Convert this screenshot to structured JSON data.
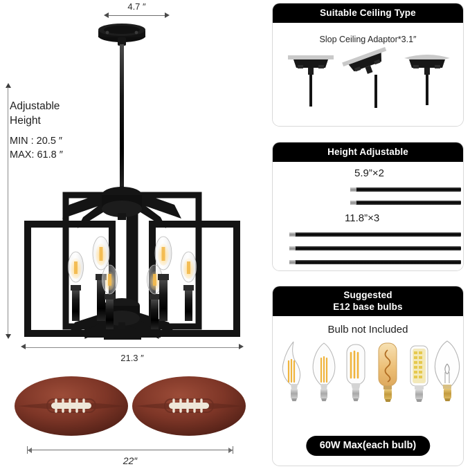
{
  "product": {
    "type": "6-light lantern chandelier",
    "finish": "matte black"
  },
  "left": {
    "canopy_width_label": "4.7 ″",
    "adjustable_height_title_line1": "Adjustable",
    "adjustable_height_title_line2": "Height",
    "min_label": "MIN : 20.5 ″",
    "max_label": "MAX: 61.8 ″",
    "fixture_width_label": "21.3 ″",
    "football_width_label": "22″",
    "reference_object": "american-football",
    "reference_count": 2
  },
  "panels": [
    {
      "id": "ceiling",
      "title": "Suitable Ceiling Type",
      "caption": "Slop Ceiling Adaptor*3.1″",
      "items": [
        {
          "name": "flat-ceiling-mount",
          "tilt": 0
        },
        {
          "name": "sloped-ceiling-mount",
          "tilt": -20
        },
        {
          "name": "vaulted-ceiling-mount",
          "tilt": 0
        }
      ]
    },
    {
      "id": "height",
      "title": "Height Adjustable",
      "groups": [
        {
          "label": "5.9”×2",
          "count": 2,
          "length_class": "short"
        },
        {
          "label": "11.8”×3",
          "count": 3,
          "length_class": "long"
        }
      ]
    },
    {
      "id": "bulbs",
      "title_line1": "Suggested",
      "title_line2": "E12 base bulbs",
      "caption": "Bulb not Included",
      "note": "60W Max(each bulb)",
      "bulbs": [
        {
          "name": "flame-tip-filament-bulb",
          "base": "silver"
        },
        {
          "name": "torpedo-candle-filament-bulb",
          "base": "silver"
        },
        {
          "name": "tubular-t-filament-bulb",
          "base": "silver"
        },
        {
          "name": "amber-tubular-vintage-bulb",
          "base": "gold"
        },
        {
          "name": "corn-cob-led-bulb",
          "base": "silver"
        },
        {
          "name": "clear-incandescent-candle-bulb",
          "base": "gold"
        }
      ]
    }
  ],
  "colors": {
    "header_bg": "#000000",
    "header_text": "#ffffff",
    "panel_border": "#d8d8d8",
    "dimension_line": "#8a8a8a",
    "fixture_black": "#141414",
    "filament_amber": "#f0b43c",
    "football_brown": "#7d3a2b"
  }
}
